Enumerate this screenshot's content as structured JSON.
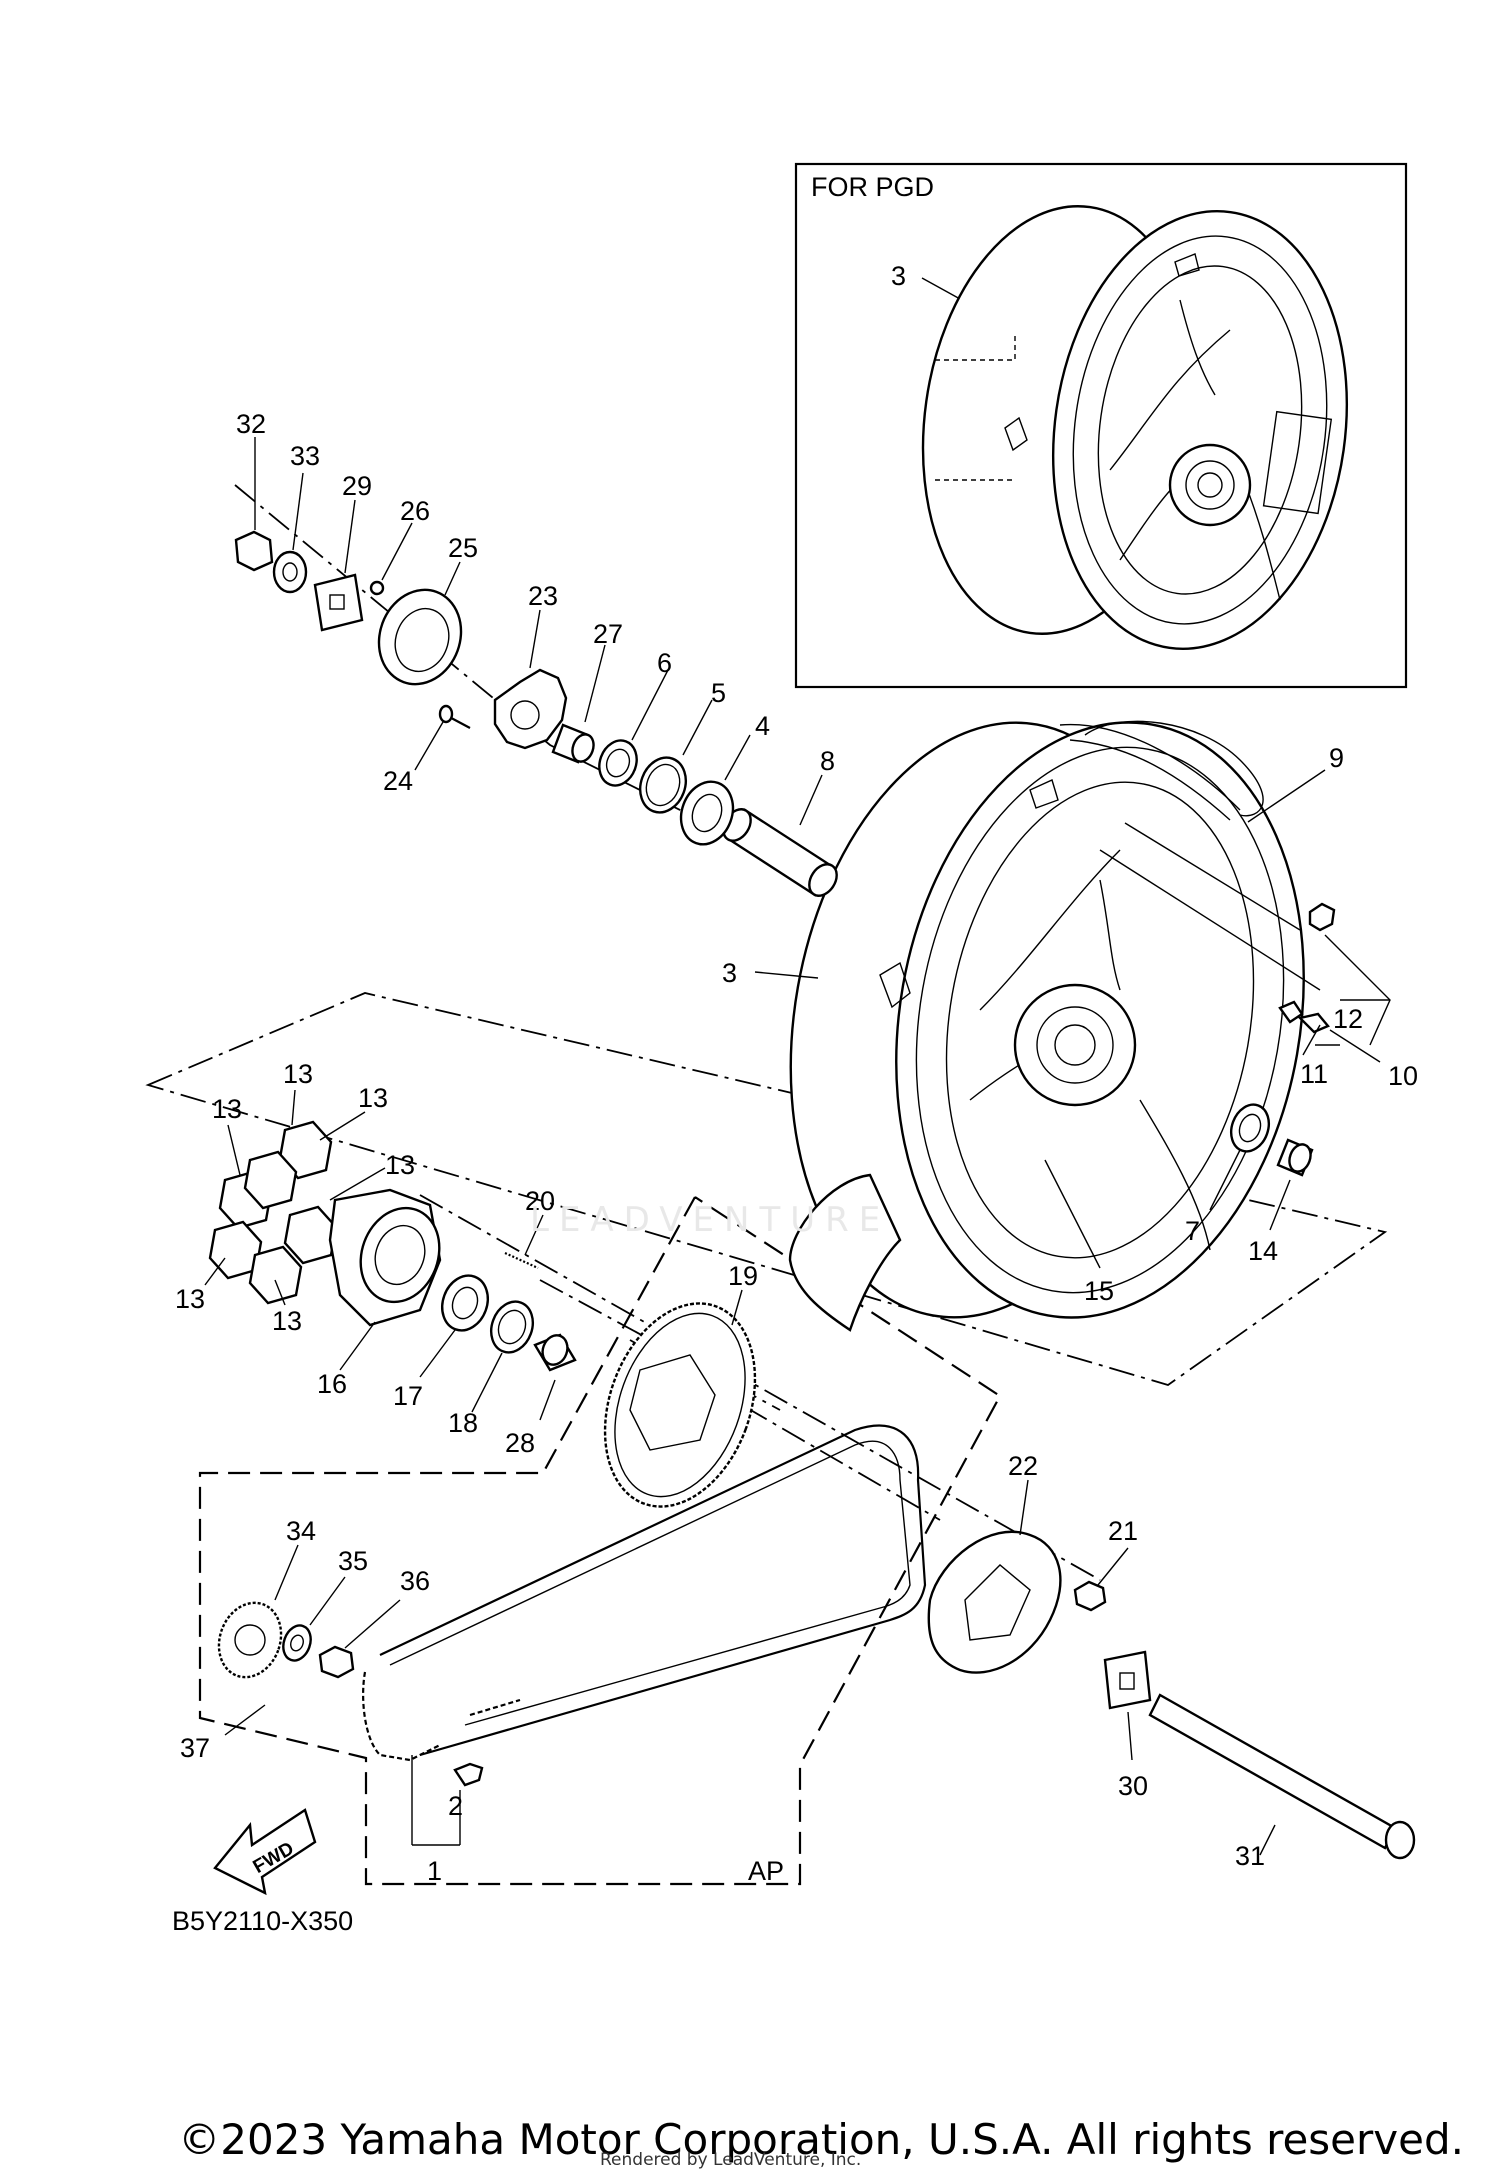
{
  "inset": {
    "title": "FOR PGD",
    "callout": "3"
  },
  "diagram_code": "B5Y2110-X350",
  "fwd_label": "FWD",
  "ap_label": "AP",
  "callouts": [
    "1",
    "2",
    "3",
    "4",
    "5",
    "6",
    "7",
    "8",
    "9",
    "10",
    "11",
    "12",
    "13",
    "14",
    "15",
    "16",
    "17",
    "18",
    "19",
    "20",
    "21",
    "22",
    "23",
    "24",
    "25",
    "26",
    "27",
    "28",
    "29",
    "30",
    "31",
    "32",
    "33",
    "34",
    "35",
    "36",
    "37"
  ],
  "damper_callouts": [
    "13",
    "13",
    "13",
    "13",
    "13",
    "13"
  ],
  "copyright": "©2023 Yamaha Motor Corporation, U.S.A. All rights reserved.",
  "rendered_by": "Rendered by LeadVenture, Inc.",
  "watermark": "LEADVENTURE"
}
